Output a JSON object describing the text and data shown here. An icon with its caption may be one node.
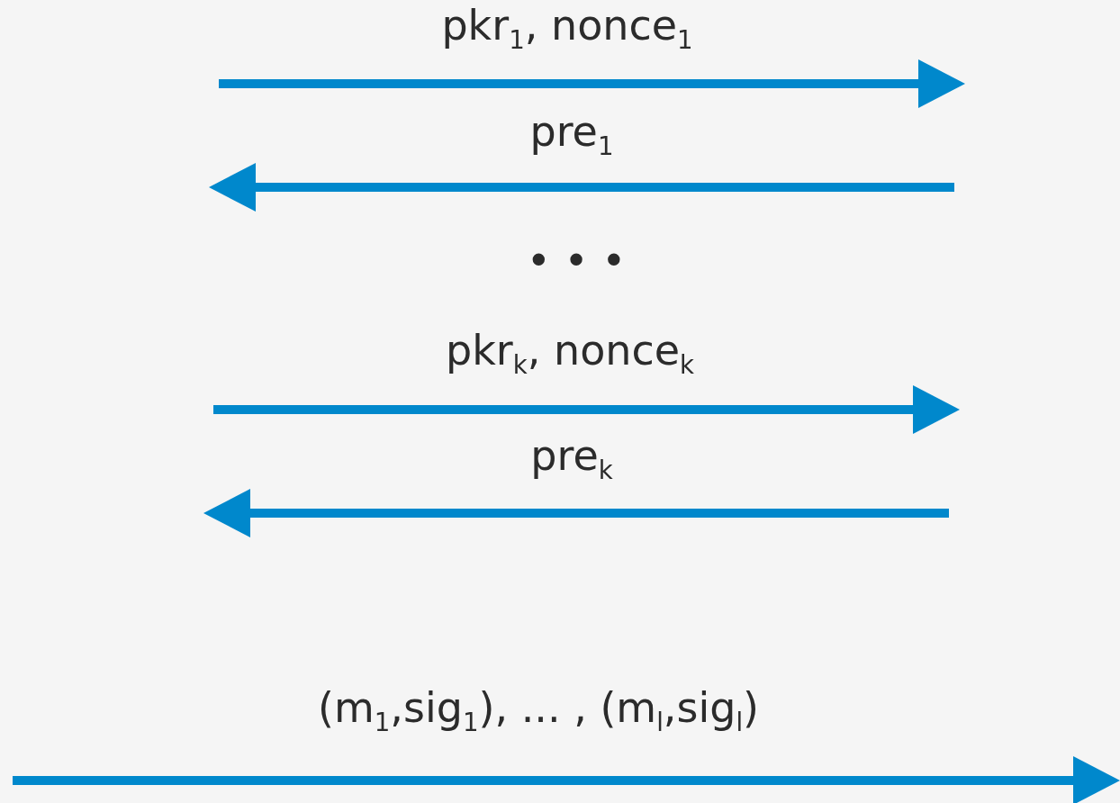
{
  "diagram": {
    "labels": [
      "pkr$_{1}$, nonce$_{1}$",
      "pre$_{1}$",
      "• • •",
      "pkr$_{k}$, nonce$_{k}$",
      "pre$_{k}$",
      "(m$_{1}$,sig$_{1}$), ... , (m$_{l}$,sig$_{l}$)"
    ]
  }
}
